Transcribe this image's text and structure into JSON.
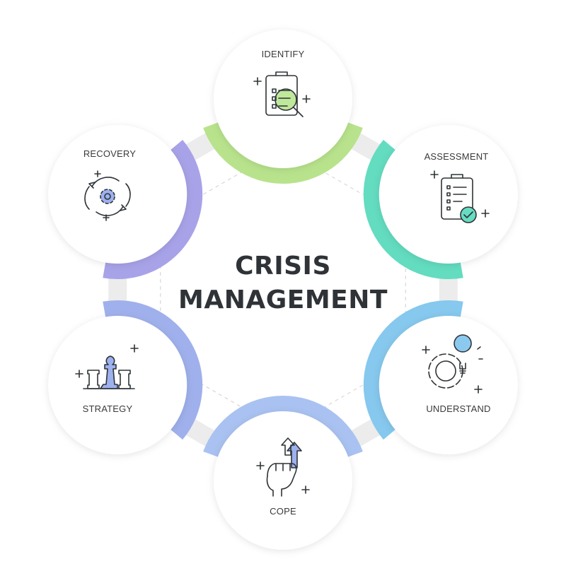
{
  "title": {
    "line1": "CRISIS",
    "line2": "MANAGEMENT"
  },
  "steps": [
    {
      "label": "IDENTIFY",
      "icon": "clipboard-magnifier-icon",
      "color": "#b8e38c"
    },
    {
      "label": "ASSESSMENT",
      "icon": "clipboard-check-icon",
      "color": "#63dcc0"
    },
    {
      "label": "UNDERSTAND",
      "icon": "gear-lightbulb-icon",
      "color": "#86c8ee"
    },
    {
      "label": "COPE",
      "icon": "fist-arrow-up-icon",
      "color": "#a9c2f1"
    },
    {
      "label": "STRATEGY",
      "icon": "chess-pieces-icon",
      "color": "#9fb0ec"
    },
    {
      "label": "RECOVERY",
      "icon": "gear-cycle-icon",
      "color": "#a8a3e8"
    }
  ],
  "colors": {
    "ring": "#ececec",
    "text": "#2f3337",
    "icon_accent_blue": "#9db1ee",
    "icon_accent_green": "#bfe89a",
    "icon_accent_teal": "#66dcc2",
    "icon_accent_sky": "#8cc9ef"
  }
}
